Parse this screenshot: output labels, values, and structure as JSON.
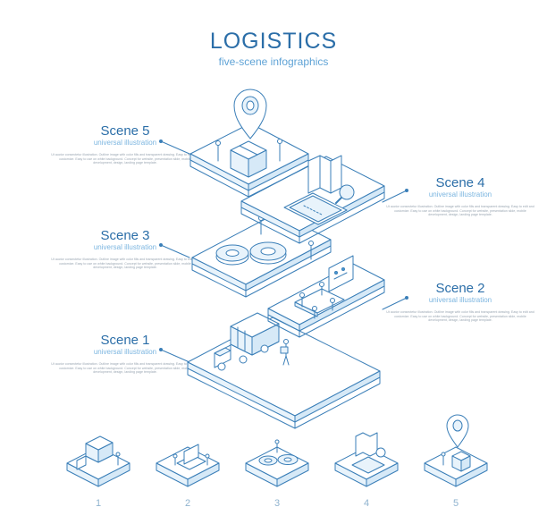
{
  "header": {
    "title": "LOGISTICS",
    "subtitle": "five-scene infographics"
  },
  "scenes": [
    {
      "name": "Scene 1",
      "sub": "universal illustration",
      "desc": "Ut auctor consectetur illustration. Outline image with color fills and transparent drawing. Easy to edit and customize. Easy to use on white background. Concept for website, presentation slide, mobile development, design, landing page template."
    },
    {
      "name": "Scene 2",
      "sub": "universal illustration",
      "desc": "Ut auctor consectetur illustration. Outline image with color fills and transparent drawing. Easy to edit and customize. Easy to use on white background. Concept for website, presentation slide, mobile development, design, landing page template."
    },
    {
      "name": "Scene 3",
      "sub": "universal illustration",
      "desc": "Ut auctor consectetur illustration. Outline image with color fills and transparent drawing. Easy to edit and customize. Easy to use on white background. Concept for website, presentation slide, mobile development, design, landing page template."
    },
    {
      "name": "Scene 4",
      "sub": "universal illustration",
      "desc": "Ut auctor consectetur illustration. Outline image with color fills and transparent drawing. Easy to edit and customize. Easy to use on white background. Concept for website, presentation slide, mobile development, design, landing page template."
    },
    {
      "name": "Scene 5",
      "sub": "universal illustration",
      "desc": "Ut auctor consectetur illustration. Outline image with color fills and transparent drawing. Easy to edit and customize. Easy to use on white background. Concept for website, presentation slide, mobile development, design, landing page template."
    }
  ],
  "thumbnails": [
    {
      "number": "1",
      "icon": "truck-icon"
    },
    {
      "number": "2",
      "icon": "meeting-table-icon"
    },
    {
      "number": "3",
      "icon": "gears-icon"
    },
    {
      "number": "4",
      "icon": "map-icon"
    },
    {
      "number": "5",
      "icon": "location-pin-icon"
    }
  ],
  "colors": {
    "title": "#2b6ea8",
    "accent": "#4a9bd6",
    "line": "#3b7fb8",
    "light": "#e8f3fb",
    "text_gray": "#9aa6b2"
  }
}
